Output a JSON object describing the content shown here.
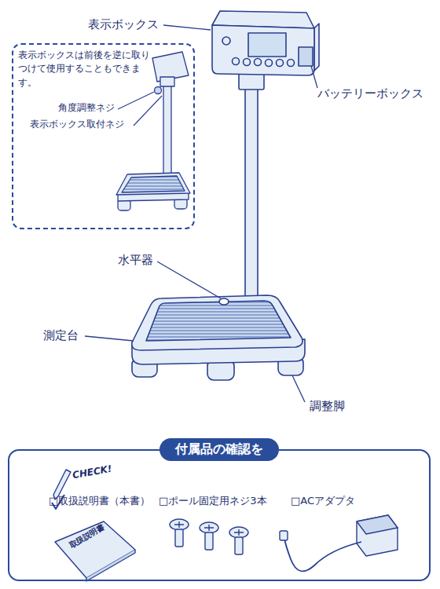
{
  "diagram": {
    "nodes": [
      {
        "text": [
          "表示ボックスは前後を逆に取りつけて使用することもできます。"
        ]
      },
      {
        "text": [
          "付属品の確認を"
        ]
      }
    ],
    "labels": [
      "表示ボックス",
      "バッテリーボックス",
      "角度調整ネジ",
      "表示ボックス取付ネジ",
      "水平器",
      "測定台",
      "調整脚",
      "CHECK!",
      "□取扱説明書（本書）",
      "□ポール固定用ネジ3本",
      "□ACアダプタ",
      "取扱説明書"
    ]
  }
}
